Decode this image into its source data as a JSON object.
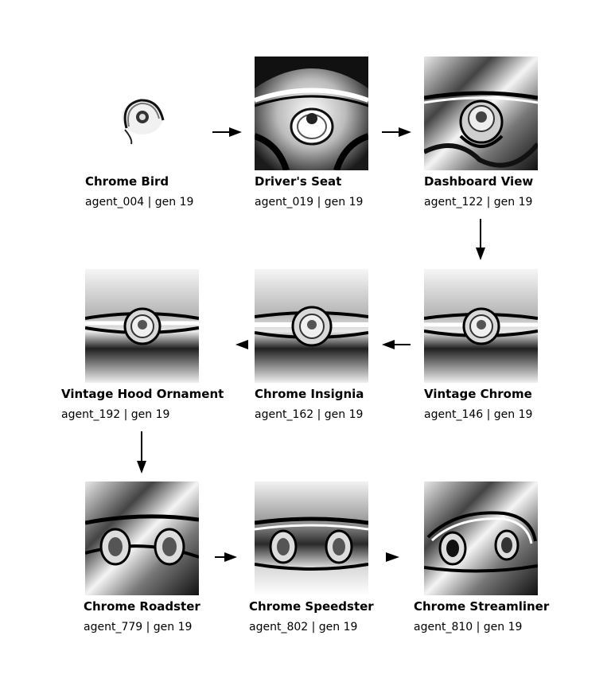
{
  "nodes": [
    {
      "title": "Chrome Bird",
      "subtitle": "agent_004 | gen 19",
      "image": "chrome-bird-render"
    },
    {
      "title": "Driver's Seat",
      "subtitle": "agent_019 | gen 19",
      "image": "drivers-seat-render"
    },
    {
      "title": "Dashboard View",
      "subtitle": "agent_122 | gen 19",
      "image": "dashboard-view-render"
    },
    {
      "title": "Vintage Hood Ornament",
      "subtitle": "agent_192 | gen 19",
      "image": "vintage-hood-ornament-render"
    },
    {
      "title": "Chrome Insignia",
      "subtitle": "agent_162 | gen 19",
      "image": "chrome-insignia-render"
    },
    {
      "title": "Vintage Chrome",
      "subtitle": "agent_146 | gen 19",
      "image": "vintage-chrome-render"
    },
    {
      "title": "Chrome Roadster",
      "subtitle": "agent_779 | gen 19",
      "image": "chrome-roadster-render"
    },
    {
      "title": "Chrome Speedster",
      "subtitle": "agent_802 | gen 19",
      "image": "chrome-speedster-render"
    },
    {
      "title": "Chrome Streamliner",
      "subtitle": "agent_810 | gen 19",
      "image": "chrome-streamliner-render"
    }
  ],
  "edges": [
    {
      "from": "agent_004",
      "to": "agent_019",
      "direction": "right"
    },
    {
      "from": "agent_019",
      "to": "agent_122",
      "direction": "right"
    },
    {
      "from": "agent_122",
      "to": "agent_146",
      "direction": "down"
    },
    {
      "from": "agent_146",
      "to": "agent_162",
      "direction": "left"
    },
    {
      "from": "agent_162",
      "to": "agent_192",
      "direction": "left"
    },
    {
      "from": "agent_192",
      "to": "agent_779",
      "direction": "down"
    },
    {
      "from": "agent_779",
      "to": "agent_802",
      "direction": "right"
    },
    {
      "from": "agent_802",
      "to": "agent_810",
      "direction": "right"
    }
  ],
  "colors": {
    "arrow": "#000000",
    "ink": "#000000",
    "background": "#ffffff"
  }
}
